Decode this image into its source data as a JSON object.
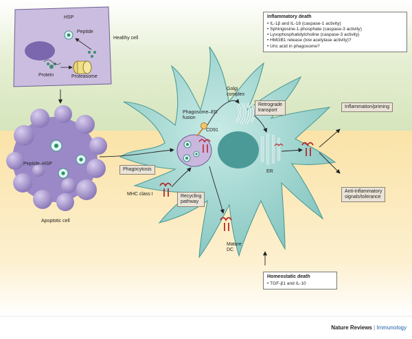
{
  "labels": {
    "hsp": "HSP",
    "peptide": "Peptide",
    "healthy_cell": "Healthy cell",
    "protein": "Protein",
    "proteasome": "Proteasome",
    "peptide_hsp": "Peptide–HSP",
    "apoptotic_cell": "Apoptotic cell",
    "golgi_complex": "Golgi\ncomplex",
    "phagosome_er_fusion": "Phagosome–ER\nfusion",
    "cd91": "CD91",
    "er": "ER",
    "mhc_class_i": "MHC class I",
    "mature_dc": "Mature\nDC"
  },
  "boxes": {
    "retrograde_transport": "Retrograde\ntransport",
    "phagocytosis": "Phagocytosis",
    "recycling_pathway": "Recycling\npathway",
    "inflammation_priming": "Inflammation/priming",
    "anti_inflammatory": "Anti-inflammatory\nsignals/tolerance"
  },
  "inflammatory_death": {
    "title": "Inflammatory death",
    "items": [
      "IL-1β and IL-18 (caspase-1 activity)",
      "Sphingosine-1-phosphate (caspase-3 activity)",
      "Lysophosphatidylcholine (caspase-3 activity)",
      "HMGB1 release (low acetylase activity)?",
      "Uric acid in phagosome?"
    ]
  },
  "homeostatic_death": {
    "title": "Homeostatic death",
    "items": [
      "TGF-β1 and IL-10"
    ]
  },
  "footer": {
    "journal": "Nature Reviews",
    "separator": "|",
    "section": "Immunology"
  },
  "colors": {
    "top_background": "#dde9c3",
    "bottom_background": "#fbe8b5",
    "dendritic_cell": "#9fd3cf",
    "apoptotic_cell": "#a796c9",
    "healthy_cell": "#cdbfe0",
    "mhc": "#b5282c"
  }
}
